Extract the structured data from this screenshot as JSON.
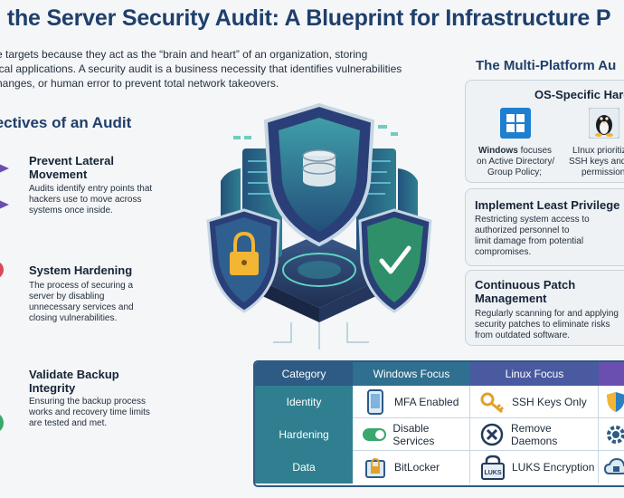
{
  "title": "g the Server Security Audit: A Blueprint for Infrastructure P",
  "intro": {
    "line1": "e targets because they act as the “brain and heart” of an organization, storing",
    "line2": "ical applications. A security audit is a business necessity that identifies vulnerabilities",
    "line3": "hanges, or human error to prevent total network takeovers."
  },
  "objectives": {
    "heading": "jectives of an Audit",
    "items": [
      {
        "title1": "Prevent Lateral",
        "title2": "Movement",
        "text1": "Audits identify entry points that",
        "text2": "hackers use to move across",
        "text3": "systems once inside."
      },
      {
        "title1": "System Hardening",
        "title2": "",
        "text1": "The process of securing a",
        "text2": "server by disabling",
        "text3": "unnecessary services and",
        "text4": "closing vulnerabilities."
      },
      {
        "title1": "Validate Backup",
        "title2": "Integrity",
        "text1": "Ensuring the backup process",
        "text2": "works and recovery time limits",
        "text3": "are tested and met."
      }
    ]
  },
  "platform": {
    "heading": "The Multi-Platform Au",
    "os_title": "OS-Specific Hard",
    "windows_bold": "Windows",
    "windows_text1": " focuses",
    "windows_text2": "on Active Directory/",
    "windows_text3": "Group Policy;",
    "linux_text1": "LInux prioritiz",
    "linux_text2": "SSH keys and",
    "linux_text3": "permission",
    "least_title": "Implement Least Privilege",
    "least_text1": "Restricting system access to",
    "least_text2": "authorized personnel to",
    "least_text3": "limit damage from potential",
    "least_text4": "compromises.",
    "patch_title1": "Continuous Patch",
    "patch_title2": "Management",
    "patch_text1": "Regularly scanning for and applying",
    "patch_text2": "security patches to eliminate risks",
    "patch_text3": "from outdated software."
  },
  "table": {
    "headers": [
      "Category",
      "Windows Focus",
      "Linux Focus"
    ],
    "rows": [
      {
        "category": "Identity",
        "windows": "MFA Enabled",
        "linux": "SSH Keys Only"
      },
      {
        "category": "Hardening",
        "windows": "Disable Services",
        "linux": "Remove Daemons"
      },
      {
        "category": "Data",
        "windows": "BitLocker",
        "linux": "LUKS Encryption"
      }
    ],
    "luks_badge": "LUKS"
  },
  "colors": {
    "title": "#1f3f6b",
    "table_header": "#2d5b86",
    "category_cell": "#2f7f90",
    "shield_teal": "#2f8f8a",
    "accent_purple": "#6a4fb0",
    "accent_red": "#d9485a",
    "accent_green": "#3aa76d"
  }
}
